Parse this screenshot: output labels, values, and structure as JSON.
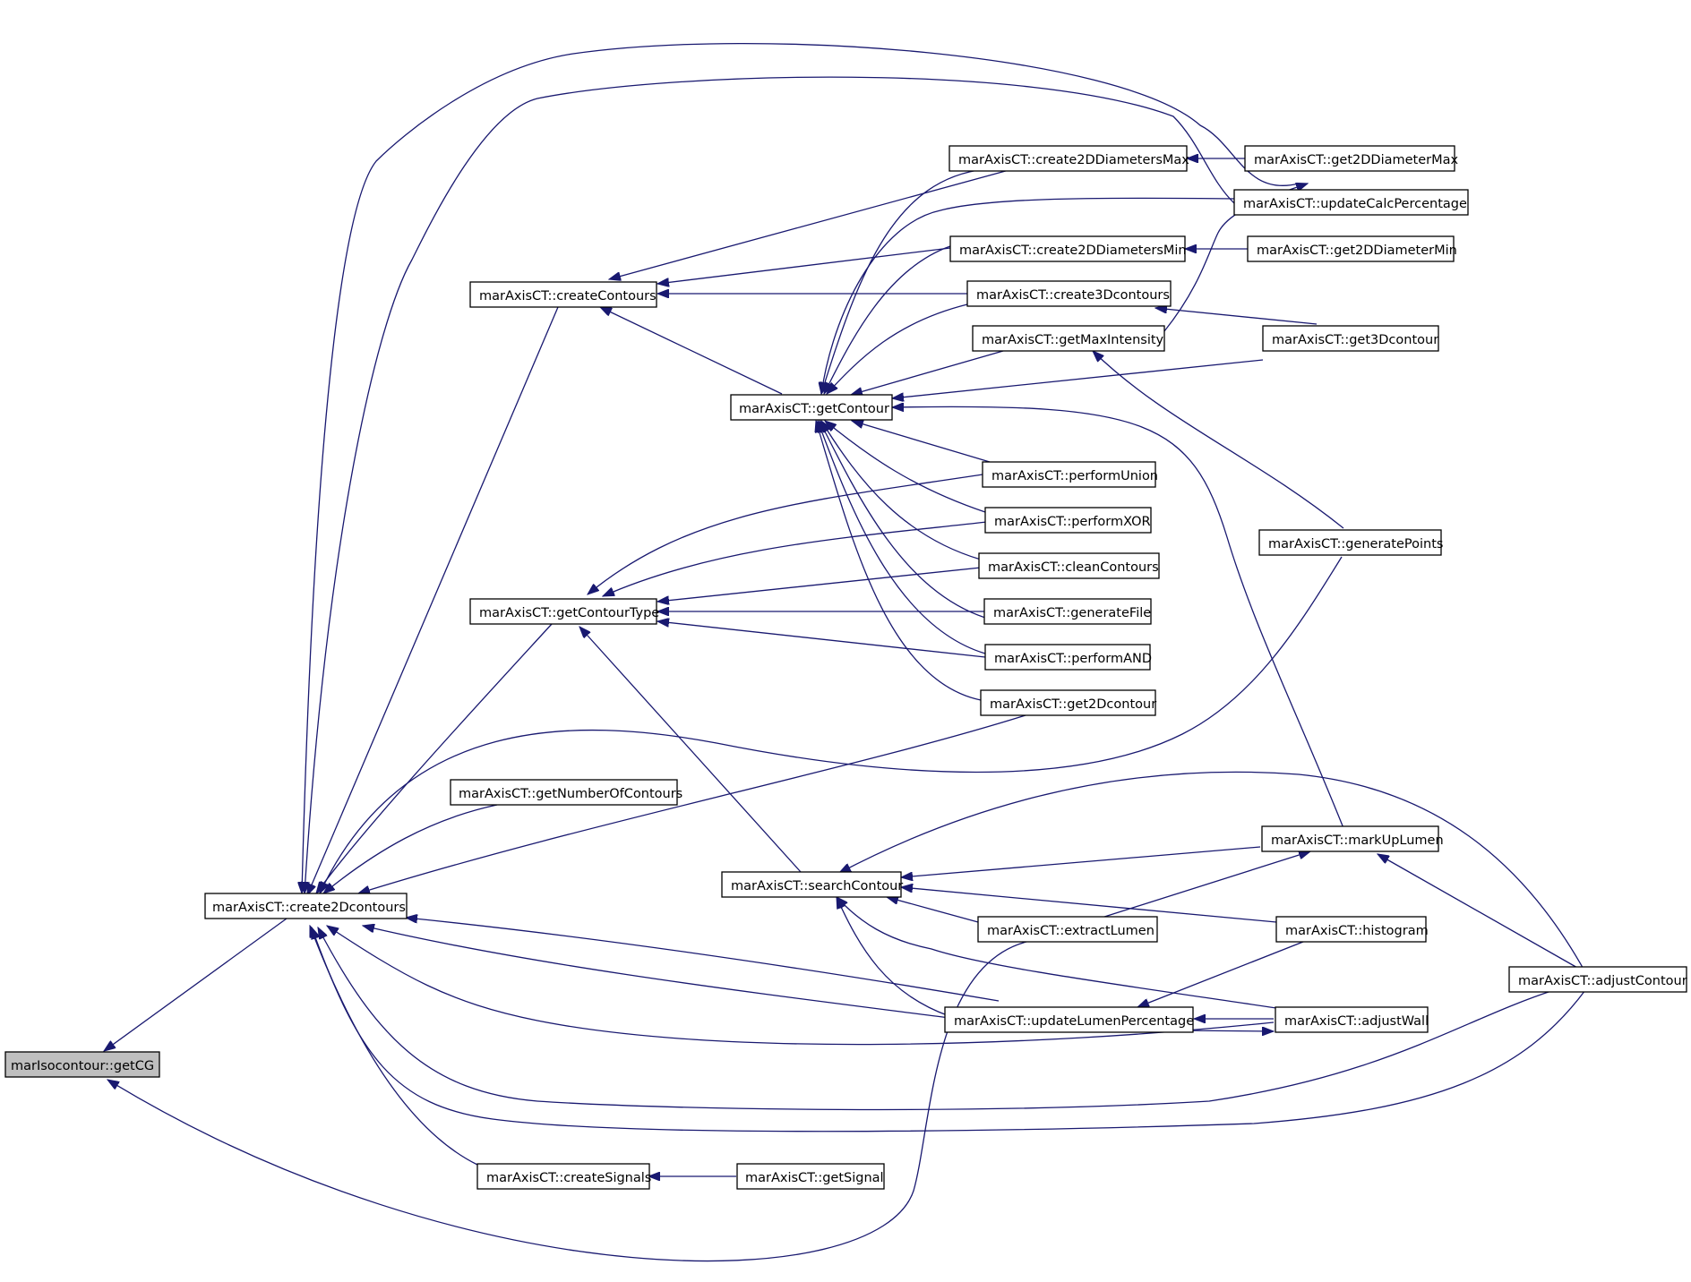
{
  "diagram": {
    "colors": {
      "edge": "#191970",
      "root_fill": "#bfbfbf",
      "node_fill": "#ffffff",
      "node_border": "#000000"
    },
    "nodes": {
      "getCG": "marIsocontour::getCG",
      "create2Dcontours": "marAxisCT::create2Dcontours",
      "createContours": "marAxisCT::createContours",
      "getContourType": "marAxisCT::getContourType",
      "getNumberOfContours": "marAxisCT::getNumberOfContours",
      "createSignals": "marAxisCT::createSignals",
      "getSignal": "marAxisCT::getSignal",
      "getContour": "marAxisCT::getContour",
      "searchContour": "marAxisCT::searchContour",
      "create2DDiametersMax": "marAxisCT::create2DDiametersMax",
      "create2DDiametersMin": "marAxisCT::create2DDiametersMin",
      "create3Dcontours": "marAxisCT::create3Dcontours",
      "getMaxIntensity": "marAxisCT::getMaxIntensity",
      "performUnion": "marAxisCT::performUnion",
      "performXOR": "marAxisCT::performXOR",
      "cleanContours": "marAxisCT::cleanContours",
      "generateFile": "marAxisCT::generateFile",
      "performAND": "marAxisCT::performAND",
      "get2Dcontour": "marAxisCT::get2Dcontour",
      "extractLumen": "marAxisCT::extractLumen",
      "updateLumenPercentage": "marAxisCT::updateLumenPercentage",
      "get2DDiameterMax": "marAxisCT::get2DDiameterMax",
      "updateCalcPercentage": "marAxisCT::updateCalcPercentage",
      "get2DDiameterMin": "marAxisCT::get2DDiameterMin",
      "get3Dcontour": "marAxisCT::get3Dcontour",
      "generatePoints": "marAxisCT::generatePoints",
      "markUpLumen": "marAxisCT::markUpLumen",
      "histogram": "marAxisCT::histogram",
      "adjustWall": "marAxisCT::adjustWall",
      "adjustContour": "marAxisCT::adjustContour"
    }
  }
}
